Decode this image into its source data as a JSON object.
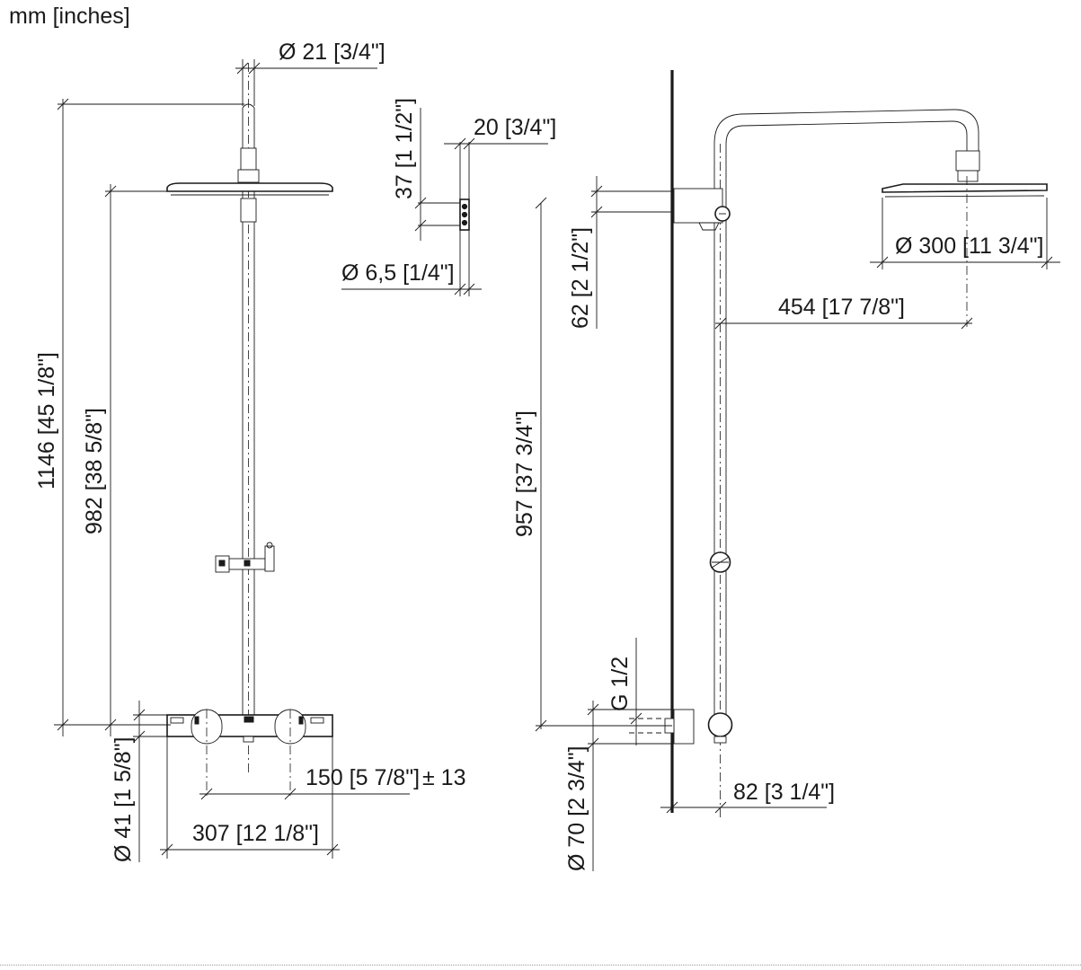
{
  "units_label": "mm [inches]",
  "dimensions": {
    "pipe_diameter": "Ø 21 [3/4\"]",
    "bracket_width": "20 [3/4\"]",
    "bracket_height": "37 [1 1/2\"]",
    "bracket_hole": "Ø 6,5 [1/4\"]",
    "overall_height": "1146 [45 1/8\"]",
    "head_height": "982 [38 5/8\"]",
    "centers": "150 [5 7/8\"]",
    "centers_tolerance": "± 13",
    "body_width": "307 [12 1/8\"]",
    "body_diameter": "Ø 41 [1 5/8\"]",
    "head_diameter": "Ø 300 [11 3/4\"]",
    "arm_projection": "454 [17 7/8\"]",
    "bracket_offset": "62 [2 1/2\"]",
    "riser_height": "957 [37 3/4\"]",
    "thread": "G 1/2",
    "connection_diameter": "Ø 70 [2 3/4\"]",
    "wall_distance": "82 [3 1/4\"]"
  }
}
